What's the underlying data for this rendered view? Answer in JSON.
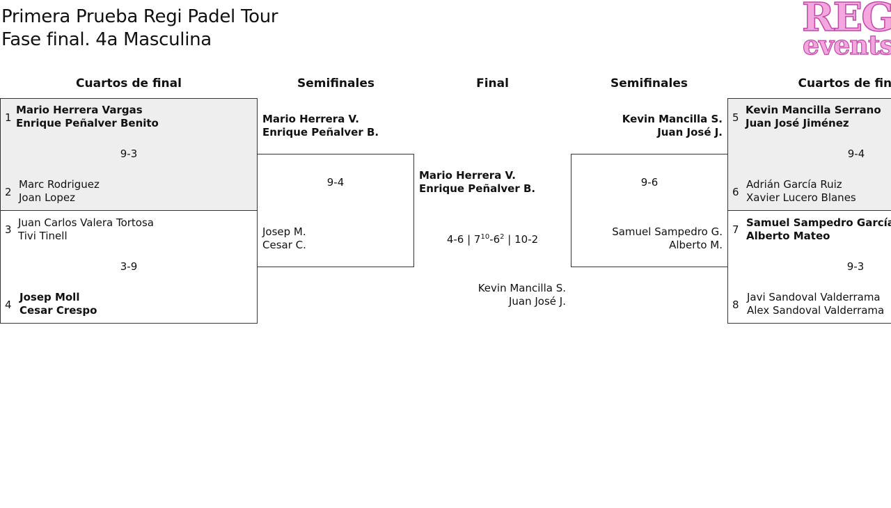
{
  "title": {
    "line1": "Primera Prueba Regi Padel Tour",
    "line2": "Fase final. 4a Masculina"
  },
  "logo": {
    "line1": "REGI",
    "line2": "events"
  },
  "columns": {
    "qf_left": "Cuartos de final",
    "sf_left": "Semifinales",
    "final": "Final",
    "sf_right": "Semifinales",
    "qf_right": "Cuartos de final"
  },
  "quarterfinals": {
    "m1": {
      "team1": {
        "seed": "1",
        "p1": "Mario Herrera Vargas",
        "p2": "Enrique Peñalver Benito"
      },
      "score": "9-3",
      "team2": {
        "seed": "2",
        "p1": "Marc Rodriguez",
        "p2": "Joan Lopez"
      }
    },
    "m2": {
      "team1": {
        "seed": "3",
        "p1": "Juan Carlos Valera Tortosa",
        "p2": "Tivi Tinell"
      },
      "score": "3-9",
      "team2": {
        "seed": "4",
        "p1": "Josep Moll",
        "p2": "Cesar Crespo"
      }
    },
    "m3": {
      "team1": {
        "seed": "5",
        "p1": "Kevin Mancilla Serrano",
        "p2": "Juan José Jiménez"
      },
      "score": "9-4",
      "team2": {
        "seed": "6",
        "p1": "Adrián García Ruiz",
        "p2": "Xavier Lucero Blanes"
      }
    },
    "m4": {
      "team1": {
        "seed": "7",
        "p1": "Samuel Sampedro García",
        "p2": "Alberto Mateo"
      },
      "score": "9-3",
      "team2": {
        "seed": "8",
        "p1": "Javi Sandoval Valderrama",
        "p2": "Alex Sandoval Valderrama"
      }
    }
  },
  "semifinals": {
    "left": {
      "team1": {
        "p1": "Mario Herrera V.",
        "p2": "Enrique Peñalver B."
      },
      "score": "9-4",
      "team2": {
        "p1": "Josep M.",
        "p2": "Cesar C."
      }
    },
    "right": {
      "team1": {
        "p1": "Kevin Mancilla S.",
        "p2": "Juan José J."
      },
      "score": "9-6",
      "team2": {
        "p1": "Samuel Sampedro G.",
        "p2": "Alberto M."
      }
    }
  },
  "final": {
    "team1": {
      "p1": "Mario Herrera V.",
      "p2": "Enrique Peñalver B."
    },
    "score": {
      "set1": "4-6 | ",
      "set2_a": "7",
      "set2_a_tb": "10",
      "set2_b": "-6",
      "set2_b_tb": "2",
      "set3": " | 10-2"
    },
    "team2": {
      "p1": "Kevin Mancilla S.",
      "p2": "Juan José J."
    }
  }
}
